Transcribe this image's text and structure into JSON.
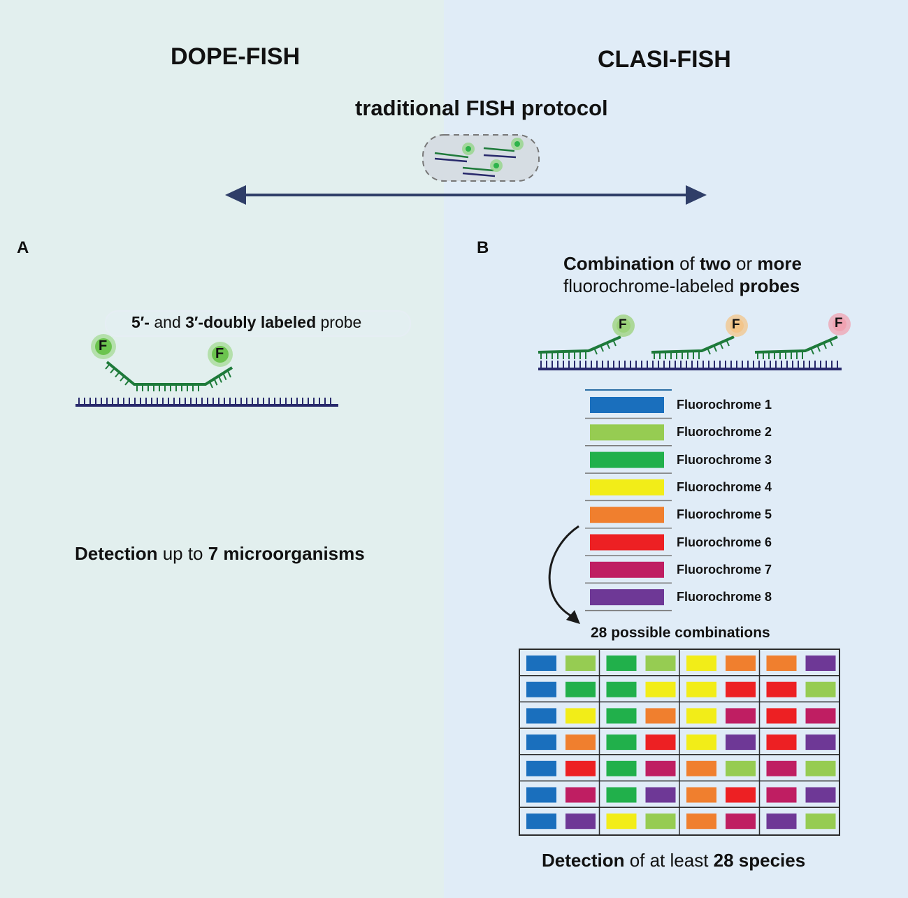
{
  "left": {
    "title": "DOPE-FISH",
    "letter": "A",
    "probe_label": {
      "p1": "5′-",
      "p2": " and ",
      "p3": "3′-doubly labeled",
      "p4": " probe"
    },
    "fluor_tag": "F",
    "detection": {
      "p1": "Detection",
      "p2": " up to ",
      "p3": "7 microorganisms"
    }
  },
  "center": {
    "protocol_title": "traditional FISH protocol"
  },
  "right": {
    "title": "CLASI-FISH",
    "letter": "B",
    "heading": {
      "p1": "Combination",
      "p2": " of ",
      "p3": "two",
      "p4": " or ",
      "p5": "more",
      "p6": "fluorochrome-labeled ",
      "p7": "probes"
    },
    "fluor_tag": "F",
    "probe_dot_colors": [
      "#9bd27a",
      "#f3c58a",
      "#f0a3b2"
    ],
    "fluorochromes": [
      {
        "label": "Fluorochrome 1",
        "color": "#1a6fbd"
      },
      {
        "label": "Fluorochrome 2",
        "color": "#96cc52"
      },
      {
        "label": "Fluorochrome 3",
        "color": "#21b04b"
      },
      {
        "label": "Fluorochrome 4",
        "color": "#f2ed18"
      },
      {
        "label": "Fluorochrome 5",
        "color": "#f07f2e"
      },
      {
        "label": "Fluorochrome 6",
        "color": "#ed2023"
      },
      {
        "label": "Fluorochrome 7",
        "color": "#bf1e62"
      },
      {
        "label": "Fluorochrome 8",
        "color": "#6e3896"
      }
    ],
    "combinations_title": "28 possible combinations",
    "combinations": [
      [
        [
          1,
          2
        ],
        [
          3,
          2
        ],
        [
          4,
          5
        ],
        [
          5,
          8
        ]
      ],
      [
        [
          1,
          3
        ],
        [
          3,
          4
        ],
        [
          4,
          6
        ],
        [
          6,
          2
        ]
      ],
      [
        [
          1,
          4
        ],
        [
          3,
          5
        ],
        [
          4,
          7
        ],
        [
          6,
          7
        ]
      ],
      [
        [
          1,
          5
        ],
        [
          3,
          6
        ],
        [
          4,
          8
        ],
        [
          6,
          8
        ]
      ],
      [
        [
          1,
          6
        ],
        [
          3,
          7
        ],
        [
          5,
          2
        ],
        [
          7,
          2
        ]
      ],
      [
        [
          1,
          7
        ],
        [
          3,
          8
        ],
        [
          5,
          6
        ],
        [
          7,
          8
        ]
      ],
      [
        [
          1,
          8
        ],
        [
          4,
          2
        ],
        [
          5,
          7
        ],
        [
          8,
          2
        ]
      ]
    ],
    "detection": {
      "p1": "Detection",
      "p2": " of at least ",
      "p3": "28 species"
    }
  }
}
